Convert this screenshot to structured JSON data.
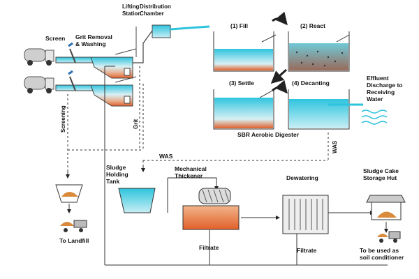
{
  "labels": {
    "lifting_station": "Lifting",
    "lifting_station_2": "Station",
    "distribution_chamber": "Distribution",
    "distribution_chamber_2": "Chamber",
    "screen": "Screen",
    "grit_removal": "Grit Removal",
    "grit_removal_2": "& Washing",
    "fill": "(1) Fill",
    "react": "(2) React",
    "settle": "(3) Settle",
    "decanting": "(4) Decanting",
    "effluent_1": "Effluent",
    "effluent_2": "Discharge to",
    "effluent_3": "Receiving",
    "effluent_4": "Water",
    "sbr": "SBR Aerobic Digester",
    "was_vertical": "WAS",
    "was_horizontal": "WAS",
    "screening": "Screening",
    "grit": "Grit",
    "sludge_holding_1": "Sludge",
    "sludge_holding_2": "Holding",
    "sludge_holding_3": "Tank",
    "mech_thickener_1": "Mechanical",
    "mech_thickener_2": "Thickener",
    "dewatering": "Dewatering",
    "cake_1": "Sludge Cake",
    "cake_2": "Storage Hut",
    "landfill": "To Landfill",
    "filtrate_1": "Filtrate",
    "filtrate_2": "Filtrate",
    "soil_1": "To be used as",
    "soil_2": "soil conditioner"
  },
  "colors": {
    "water_top": "#35c7e0",
    "water_mid": "#bfe7ef",
    "sludge": "#e0703a",
    "line": "#222222",
    "cake": "#d98a3a",
    "truck": "#bfbfbf"
  }
}
